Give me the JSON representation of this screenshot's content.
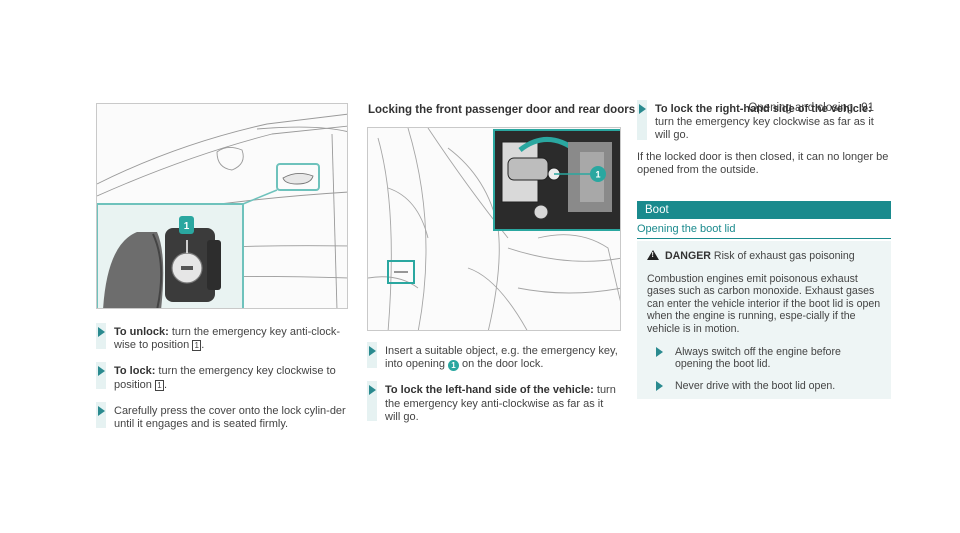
{
  "header": {
    "section": "Opening and closing",
    "page": "91"
  },
  "left": {
    "figure_label": "1",
    "steps": [
      {
        "bold": "To unlock:",
        "text": " turn the emergency key anti-clock-wise to position ",
        "key": "1",
        "tail": "."
      },
      {
        "bold": "To lock:",
        "text": " turn the emergency key clockwise to position ",
        "key": "1",
        "tail": "."
      },
      {
        "bold": "",
        "text": "Carefully press the cover onto the lock cylin-der until it engages and is seated firmly."
      }
    ]
  },
  "middle": {
    "heading": "Locking the front passenger door and rear doors",
    "figure_label": "1",
    "steps": [
      {
        "pre": "Insert a suitable object, e.g. the emergency key, into opening ",
        "badge": "1",
        "post": " on the door lock."
      },
      {
        "bold": "To lock the left-hand side of the vehicle:",
        "text": " turn the emergency key anti-clockwise as far as it will go."
      }
    ]
  },
  "right": {
    "step": {
      "bold": "To lock the right-hand side of the vehicle:",
      "text": " turn the emergency key clockwise as far as it will go."
    },
    "note": "If the locked door is then closed, it can no longer be opened from the outside.",
    "section": "Boot",
    "subsection": "Opening the boot lid",
    "danger": {
      "label": "DANGER",
      "title": "Risk of exhaust gas poisoning",
      "body": "Combustion engines emit poisonous exhaust gases such as carbon monoxide. Exhaust gases can enter the vehicle interior if the boot lid is open when the engine is running, espe-cially if the vehicle is in motion.",
      "steps": [
        "Always switch off the engine before opening the boot lid.",
        "Never drive with the boot lid open."
      ]
    }
  },
  "colors": {
    "accent": "#1a8a8d",
    "callout": "#2aa7a0",
    "danger_bg": "#eef5f5"
  }
}
